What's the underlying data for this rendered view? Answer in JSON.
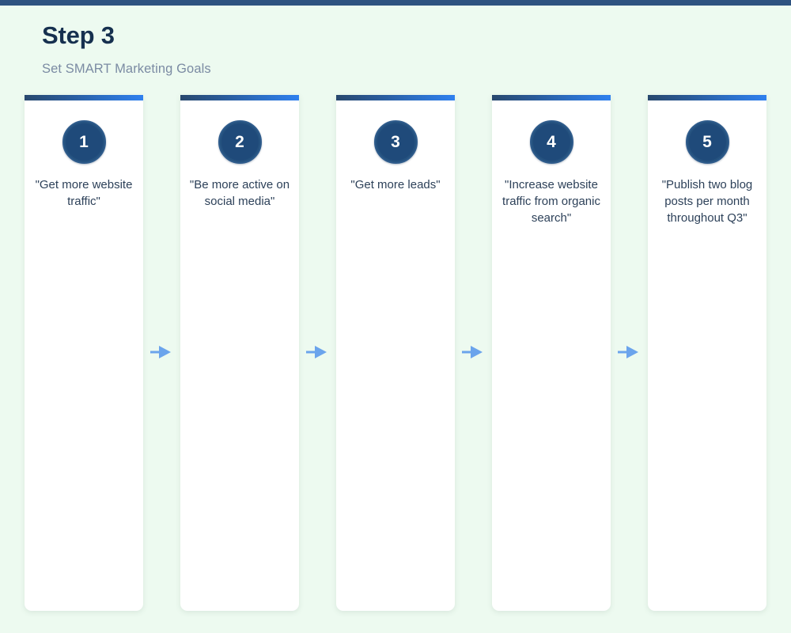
{
  "header": {
    "title": "Step 3",
    "subtitle": "Set SMART Marketing Goals"
  },
  "colors": {
    "page_background": "#edfaf0",
    "top_accent_bar": "#2e5280",
    "title_text": "#16304f",
    "subtitle_text": "#7b8ba3",
    "card_background": "#ffffff",
    "card_bar_gradient_start": "#28486e",
    "card_bar_gradient_end": "#2f80ef",
    "badge_fill": "#1f4a7a",
    "badge_text": "#ffffff",
    "card_text": "#2d4159",
    "arrow_fill": "#6ba4ec"
  },
  "steps": [
    {
      "number": "1",
      "text": "\"Get more website traffic\""
    },
    {
      "number": "2",
      "text": "\"Be more active on social media\""
    },
    {
      "number": "3",
      "text": "\"Get more leads\""
    },
    {
      "number": "4",
      "text": "\"Increase website traffic from organic search\""
    },
    {
      "number": "5",
      "text": "\"Publish two blog posts per month throughout Q3\""
    }
  ],
  "arrows": [
    {
      "name": "arrow-1-to-2",
      "glyph": "right-arrow"
    },
    {
      "name": "arrow-2-to-3",
      "glyph": "right-arrow"
    },
    {
      "name": "arrow-3-to-4",
      "glyph": "right-arrow"
    },
    {
      "name": "arrow-4-to-5",
      "glyph": "right-arrow"
    }
  ]
}
